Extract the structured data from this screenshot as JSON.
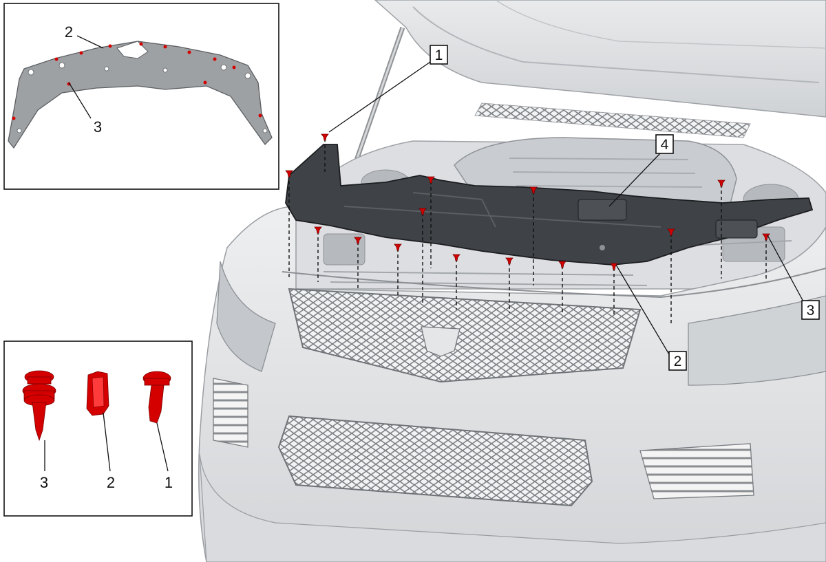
{
  "main_callouts": [
    {
      "id": "callout-1",
      "label": "1"
    },
    {
      "id": "callout-4",
      "label": "4"
    },
    {
      "id": "callout-3",
      "label": "3"
    },
    {
      "id": "callout-2",
      "label": "2"
    }
  ],
  "top_inset": {
    "labels": [
      {
        "id": "inset-label-2",
        "label": "2"
      },
      {
        "id": "inset-label-3",
        "label": "3"
      }
    ]
  },
  "fastener_inset": {
    "labels": [
      {
        "id": "fastener-label-3",
        "label": "3"
      },
      {
        "id": "fastener-label-2",
        "label": "2"
      },
      {
        "id": "fastener-label-1",
        "label": "1"
      }
    ]
  },
  "colors": {
    "fastener": "#d40000",
    "cover": "#3f4247",
    "body": "#e4e6e8"
  }
}
